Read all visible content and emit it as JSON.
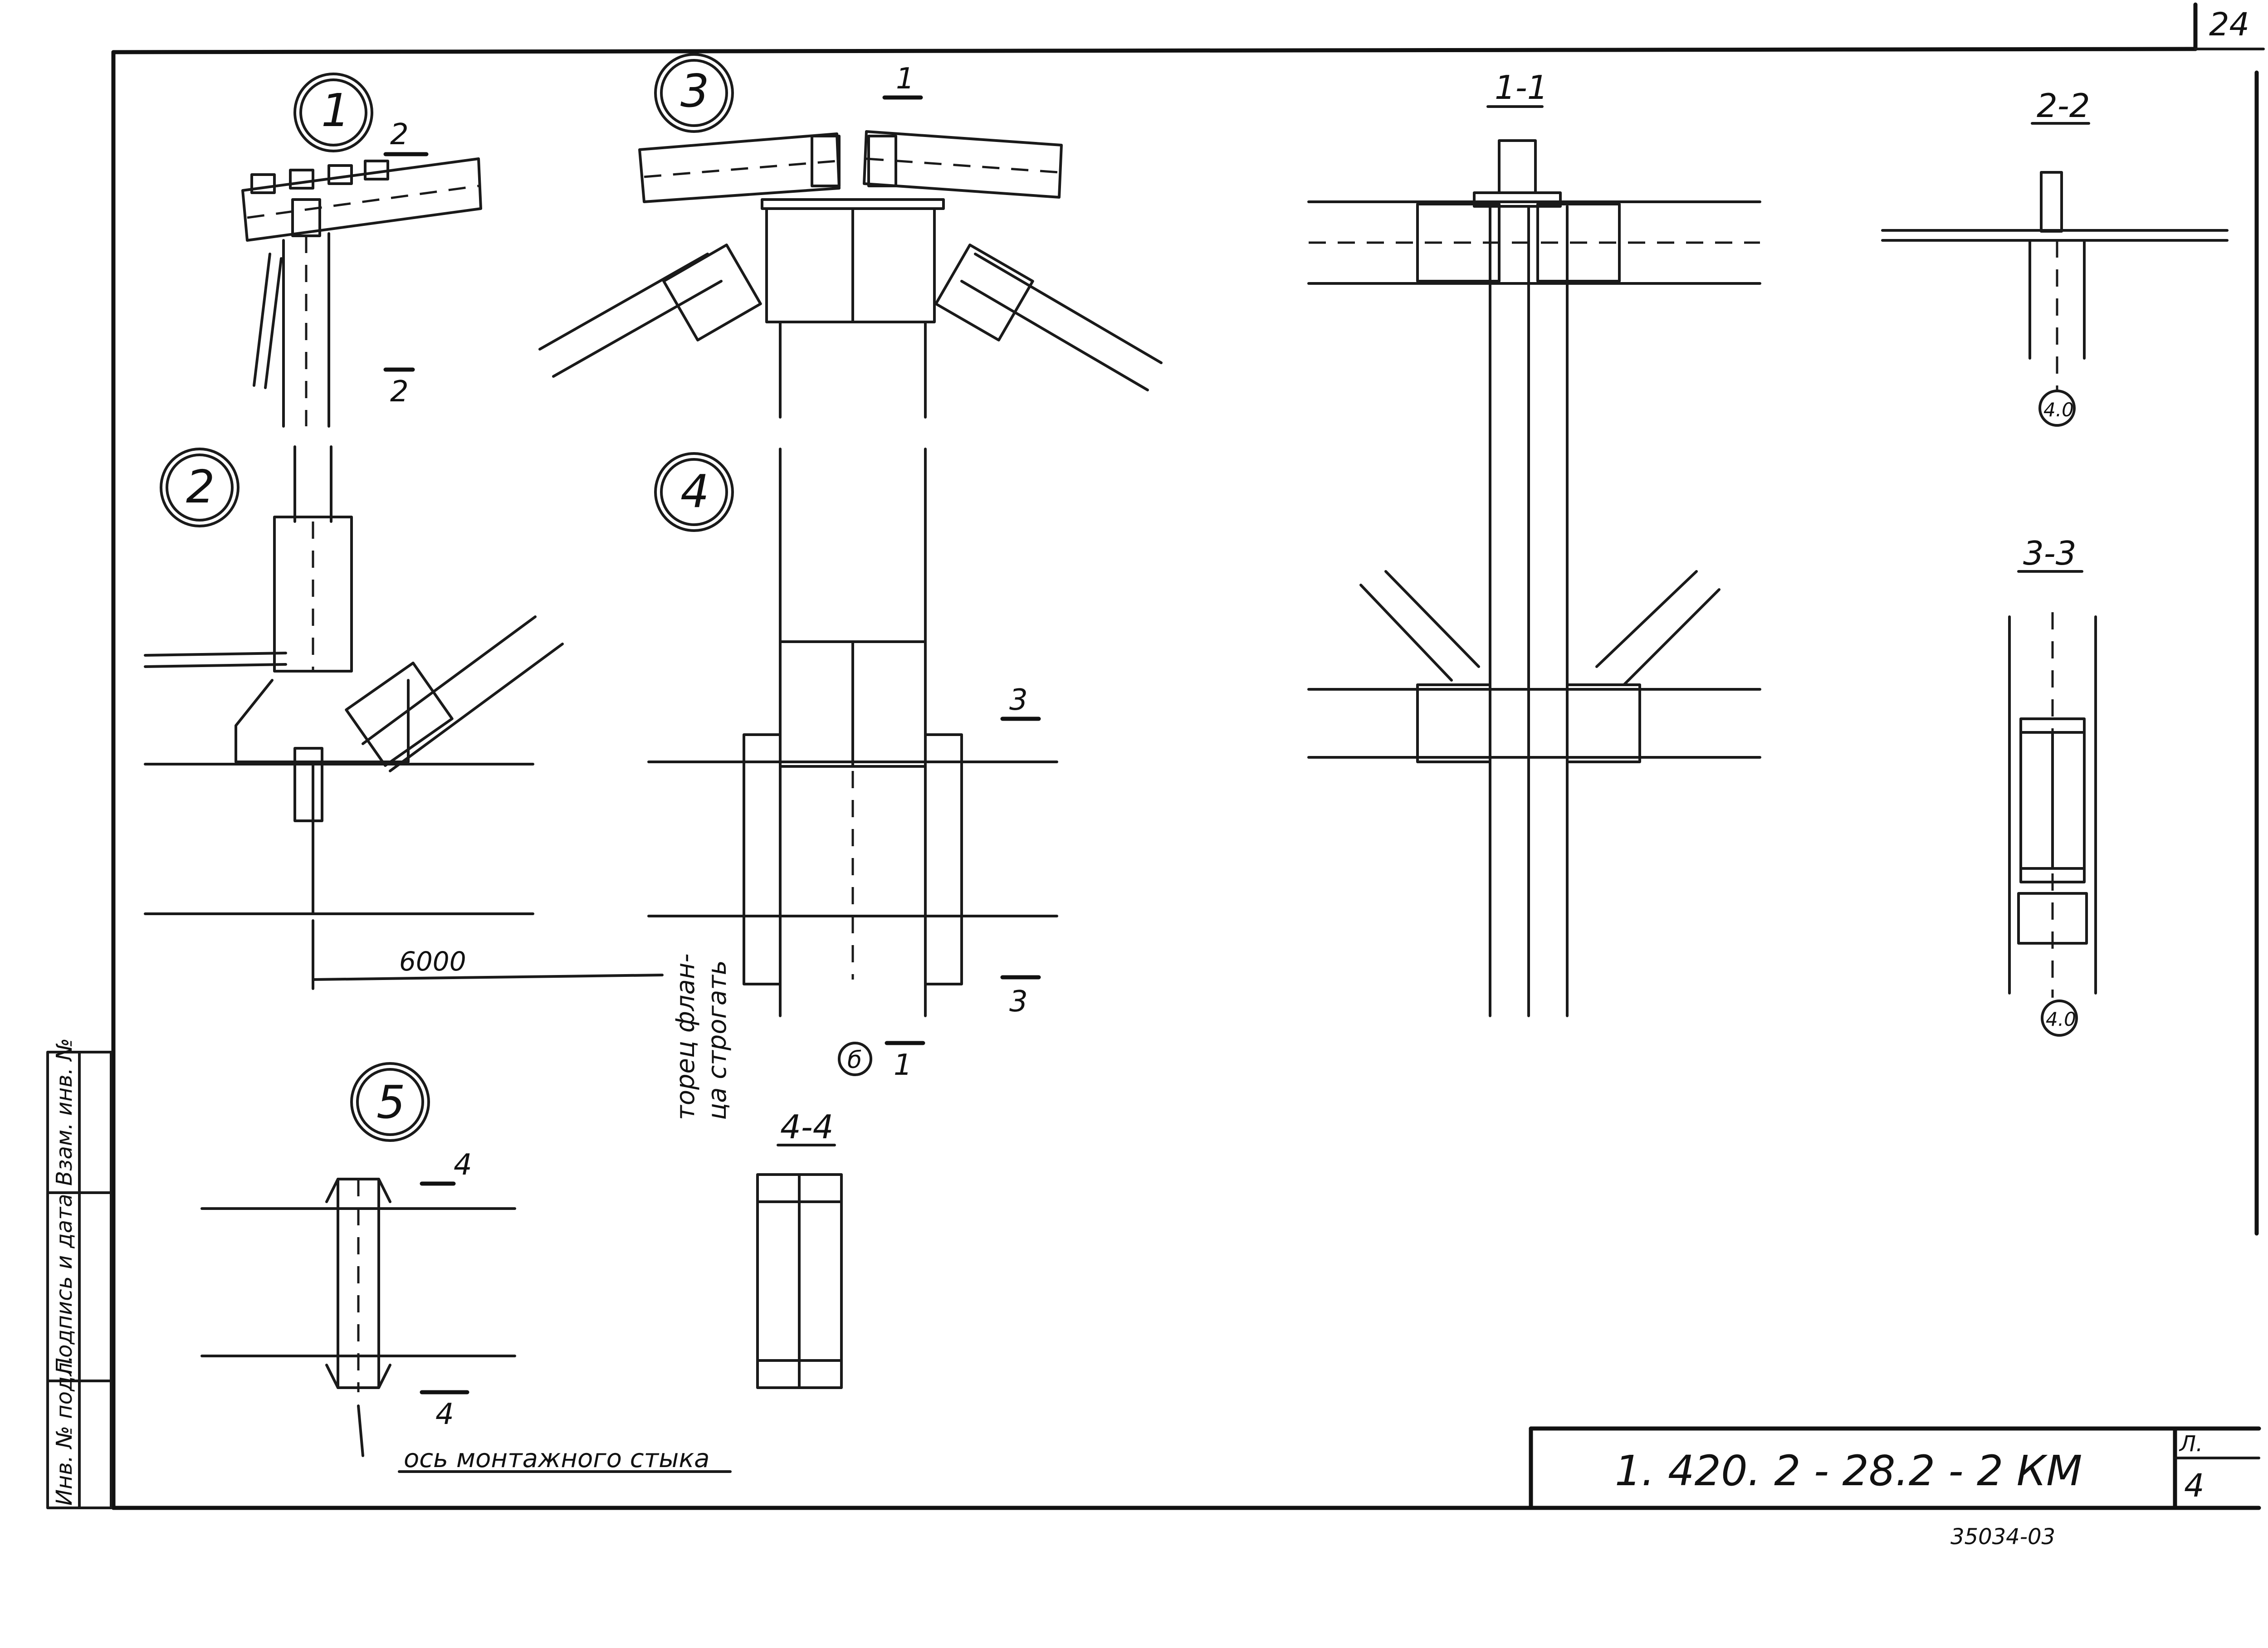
{
  "sheet": {
    "corner_number": "24",
    "sheet_no_partial": "4",
    "sheet_label_partial": "Л.",
    "designation": "1. 420. 2 - 28.2 - 2 КМ",
    "archive_no_partial": "35034-03"
  },
  "side_stamp": {
    "cell_1": "Взам. инв. №",
    "cell_2": "Подпись и дата",
    "cell_3": "Инв. № подл."
  },
  "nodes": {
    "n1": "1",
    "n2": "2",
    "n3": "3",
    "n4": "4",
    "n5": "5"
  },
  "sections": {
    "s11": "1-1",
    "s22": "2-2",
    "s33": "3-3",
    "s44": "4-4"
  },
  "cut_marks": {
    "c1": "1",
    "c2": "2",
    "c3": "3",
    "c4": "4"
  },
  "axis_labels": {
    "axis_b": "б"
  },
  "dimensions": {
    "d6000": "6000",
    "weld_40": "4.0"
  },
  "notes": {
    "flange_1": "торец флан-",
    "flange_2": "ца строгать",
    "joint_axis": "ось монтажного стыка"
  }
}
